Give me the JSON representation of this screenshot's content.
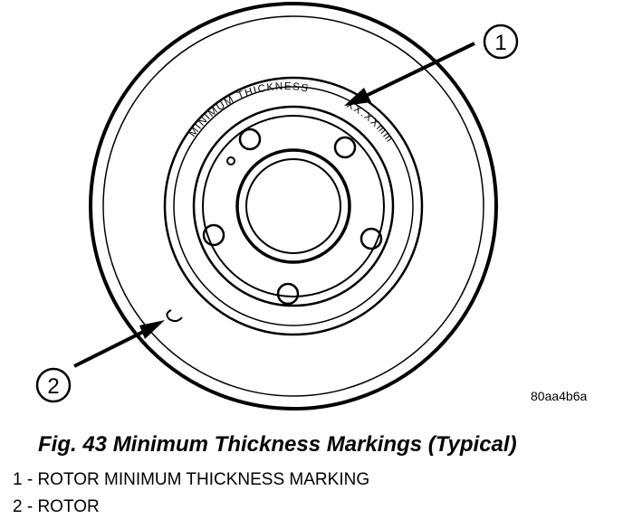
{
  "figure": {
    "stamp_text": "MINIMUM THICKNESS",
    "stamp_value": "XX.XXmm",
    "callout_1": "1",
    "callout_2": "2",
    "reference_code": "80aa4b6a"
  },
  "caption": "Fig. 43 Minimum Thickness Markings (Typical)",
  "legend": {
    "item_1": "1 - ROTOR MINIMUM THICKNESS MARKING",
    "item_2": "2 - ROTOR"
  }
}
